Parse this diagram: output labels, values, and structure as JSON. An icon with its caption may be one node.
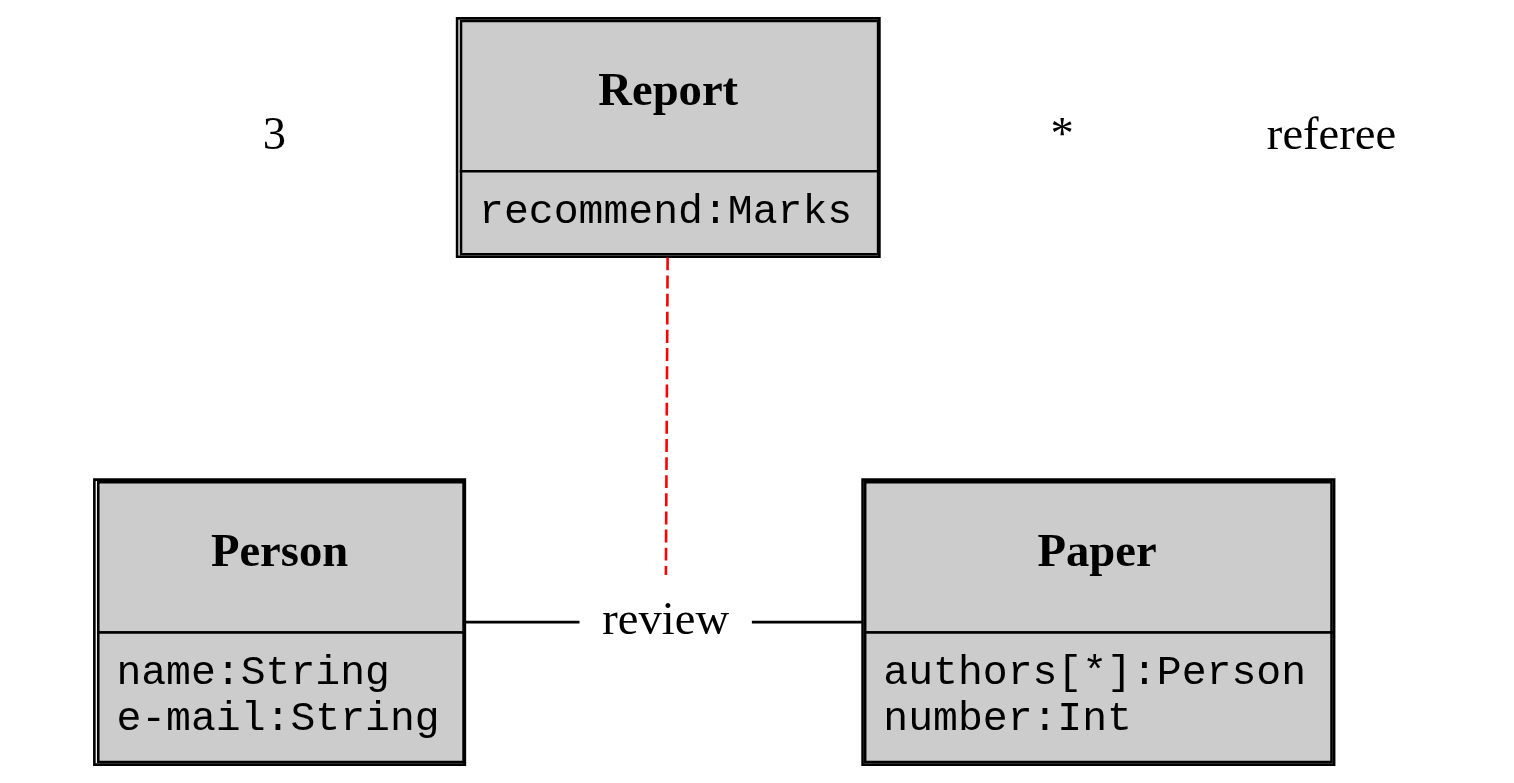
{
  "diagram": {
    "nodes": [
      {
        "text": [
          "Person",
          "name:String",
          "e-mail:String"
        ]
      },
      {
        "text": [
          "Paper",
          "authors[*]:Person",
          "number:Int"
        ]
      },
      {
        "text": [
          "Report",
          "recommend:Marks"
        ]
      },
      {
        "text": [
          "review"
        ]
      }
    ],
    "edges": [
      {
        "from": 0,
        "to": 3,
        "arrow": "none"
      },
      {
        "from": 3,
        "to": 1,
        "arrow": "none"
      },
      {
        "from": 2,
        "to": 3,
        "arrow": "none",
        "style": "dashed",
        "color": "#ff0000"
      }
    ],
    "labels": [
      "3",
      "*",
      "referee"
    ]
  }
}
